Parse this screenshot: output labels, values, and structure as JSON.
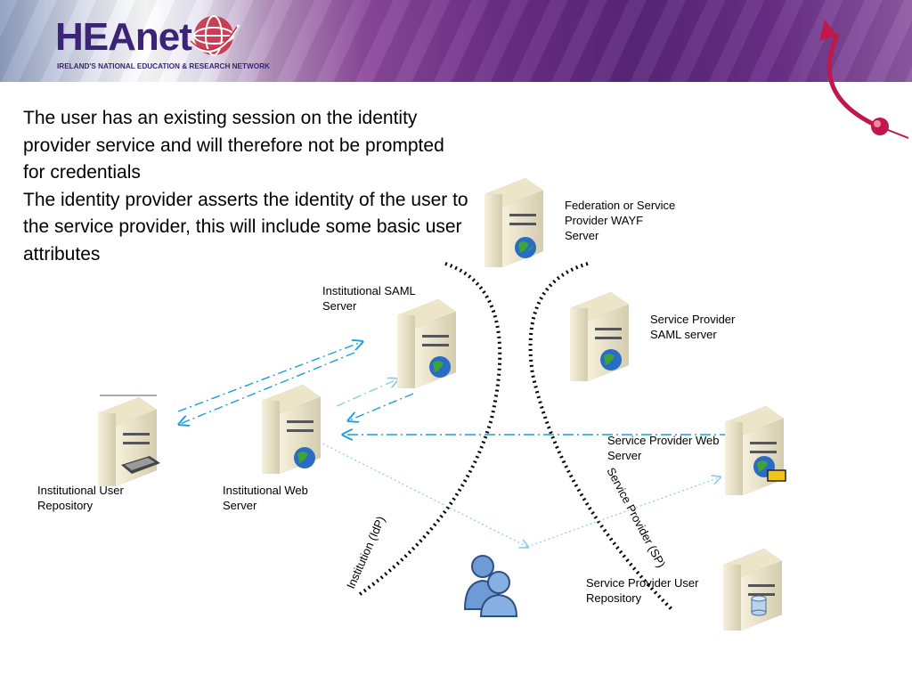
{
  "header": {
    "logo_text": "HEAnet",
    "tagline": "IRELAND'S NATIONAL EDUCATION & RESEARCH NETWORK",
    "colors": {
      "banner": "#6b2e86",
      "logo": "#3b2477",
      "swoosh": "#c0184a"
    }
  },
  "body": {
    "paragraphs": [
      "The user has an existing session on the identity provider service and will therefore not be prompted for credentials",
      "The identity provider asserts the identity of the user to the service provider, this will include some basic user attributes"
    ]
  },
  "nodes": {
    "wayf": "Federation or Service\nProvider WAYF\nServer",
    "idp_saml": "Institutional SAML\nServer",
    "sp_saml": "Service Provider\nSAML server",
    "user_repo": "Institutional User\nRepository",
    "idp_web": "Institutional Web\nServer",
    "sp_web": "Service Provider Web\nServer",
    "sp_repo": "Service Provider User\nRepository"
  },
  "boundaries": {
    "idp": "Institution (IdP)",
    "sp": "Service Provider (SP)"
  },
  "icons": [
    "server-icon",
    "globe-icon",
    "keyboard-icon",
    "database-icon",
    "folder-icon",
    "users-icon"
  ]
}
